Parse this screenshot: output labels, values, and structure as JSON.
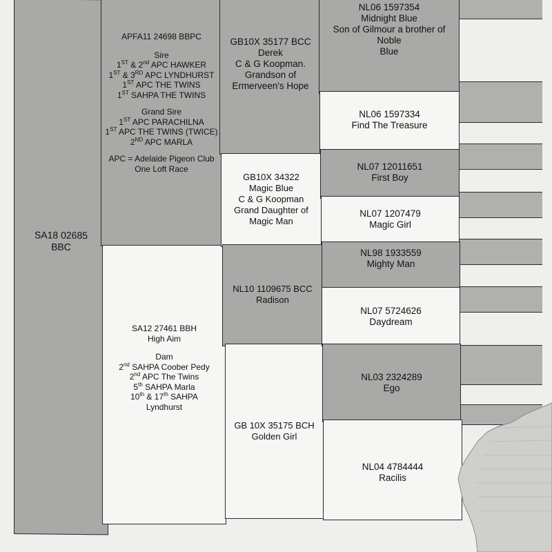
{
  "subject": {
    "ring": "SA18 02685",
    "color": "BBC"
  },
  "sire": {
    "ring": "APFA11 24698  BBPC",
    "role": "Sire",
    "results": [
      {
        "a": "1",
        "as": "ST",
        "mid": " & 2",
        "bs": "nd",
        "rest": " APC HAWKER"
      },
      {
        "a": "1",
        "as": "ST",
        "mid": " & 3",
        "bs": "RD",
        "rest": " APC LYNDHURST"
      },
      {
        "a": "1",
        "as": "ST",
        "mid": "",
        "bs": "",
        "rest": " APC THE TWINS"
      },
      {
        "a": "1",
        "as": "ST",
        "mid": "",
        "bs": "",
        "rest": " SAHPA THE TWINS"
      }
    ],
    "grand_role": "Grand Sire",
    "grand_results": [
      {
        "a": "1",
        "as": "ST",
        "rest": " APC PARACHILNA"
      },
      {
        "a": "1",
        "as": "ST",
        "rest": " APC THE TWINS (TWICE)"
      },
      {
        "a": "2",
        "as": "ND",
        "rest": " APC MARLA"
      }
    ],
    "note1": "APC = Adelaide Pigeon Club",
    "note2": "One Loft Race"
  },
  "dam": {
    "ring": "SA12 27461 BBH",
    "name": "High Aim",
    "role": "Dam",
    "results": [
      {
        "a": "2",
        "as": "nd",
        "rest": " SAHPA Coober Pedy"
      },
      {
        "a": "2",
        "as": "nd",
        "rest": " APC The  Twins"
      },
      {
        "a": "5",
        "as": "th",
        "rest": " SAHPA Marla"
      },
      {
        "a": "10",
        "as": "th",
        "rest": " & 17"
      },
      {
        "a": "",
        "as": "",
        "rest": "Lyndhurst"
      }
    ],
    "results_extra": {
      "as": "th",
      "rest": " SAHPA"
    }
  },
  "gen3": {
    "ss": {
      "ring": "GB10X 35177 BCC",
      "name": "Derek",
      "l1": "C & G Koopman.",
      "l2": "Grandson of",
      "l3": "Ermerveen's Hope"
    },
    "sd": {
      "ring": "GB10X 34322",
      "name": "Magic Blue",
      "l1": "C & G Koopman",
      "l2": "Grand Daughter of",
      "l3": "Magic Man"
    },
    "ds": {
      "ring": "NL10 1109675 BCC",
      "name": "Radison"
    },
    "dd": {
      "ring": "GB 10X 35175 BCH",
      "name": "Golden Girl"
    }
  },
  "gen4": [
    {
      "ring": "NL06 1597354",
      "name": "Midnight Blue",
      "l1": "Son of Gilmour a brother of",
      "l2": "Noble",
      "l3": "Blue"
    },
    {
      "ring": "NL06 1597334",
      "name": "Find The Treasure"
    },
    {
      "ring": "NL07 12011651",
      "name": "First Boy"
    },
    {
      "ring": "NL07 1207479",
      "name": "Magic Girl"
    },
    {
      "ring": "NL98 1933559",
      "name": "Mighty Man"
    },
    {
      "ring": "NL07 5724626",
      "name": "Daydream"
    },
    {
      "ring": "NL03 2324289",
      "name": "Ego"
    },
    {
      "ring": "NL04 4784444",
      "name": "Racilis"
    }
  ]
}
